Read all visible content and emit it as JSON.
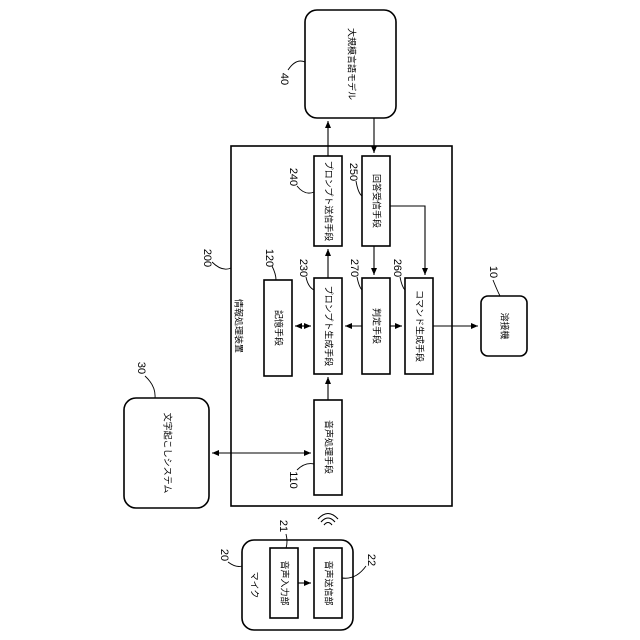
{
  "labels": {
    "llm": "大規模言語モデル",
    "llm_num": "40",
    "device_title": "情報処理装置",
    "device_num": "200",
    "prompt_send": "プロンプト送信手段",
    "prompt_send_num": "240",
    "answer_recv": "回答受信手段",
    "answer_recv_num": "250",
    "storage": "記憶手段",
    "storage_num": "120",
    "prompt_gen": "プロンプト生成手段",
    "prompt_gen_num": "230",
    "judge": "判定手段",
    "judge_num": "270",
    "cmd_gen": "コマンド生成手段",
    "cmd_gen_num": "260",
    "welder": "溶接機",
    "welder_num": "10",
    "transcription": "文字起こしシステム",
    "transcription_num": "30",
    "voice_proc": "音声処理手段",
    "voice_proc_num": "110",
    "mic_title": "マイク",
    "mic_num": "20",
    "voice_input": "音声入力部",
    "voice_input_num": "21",
    "voice_send": "音声送信部",
    "voice_send_num": "22"
  }
}
